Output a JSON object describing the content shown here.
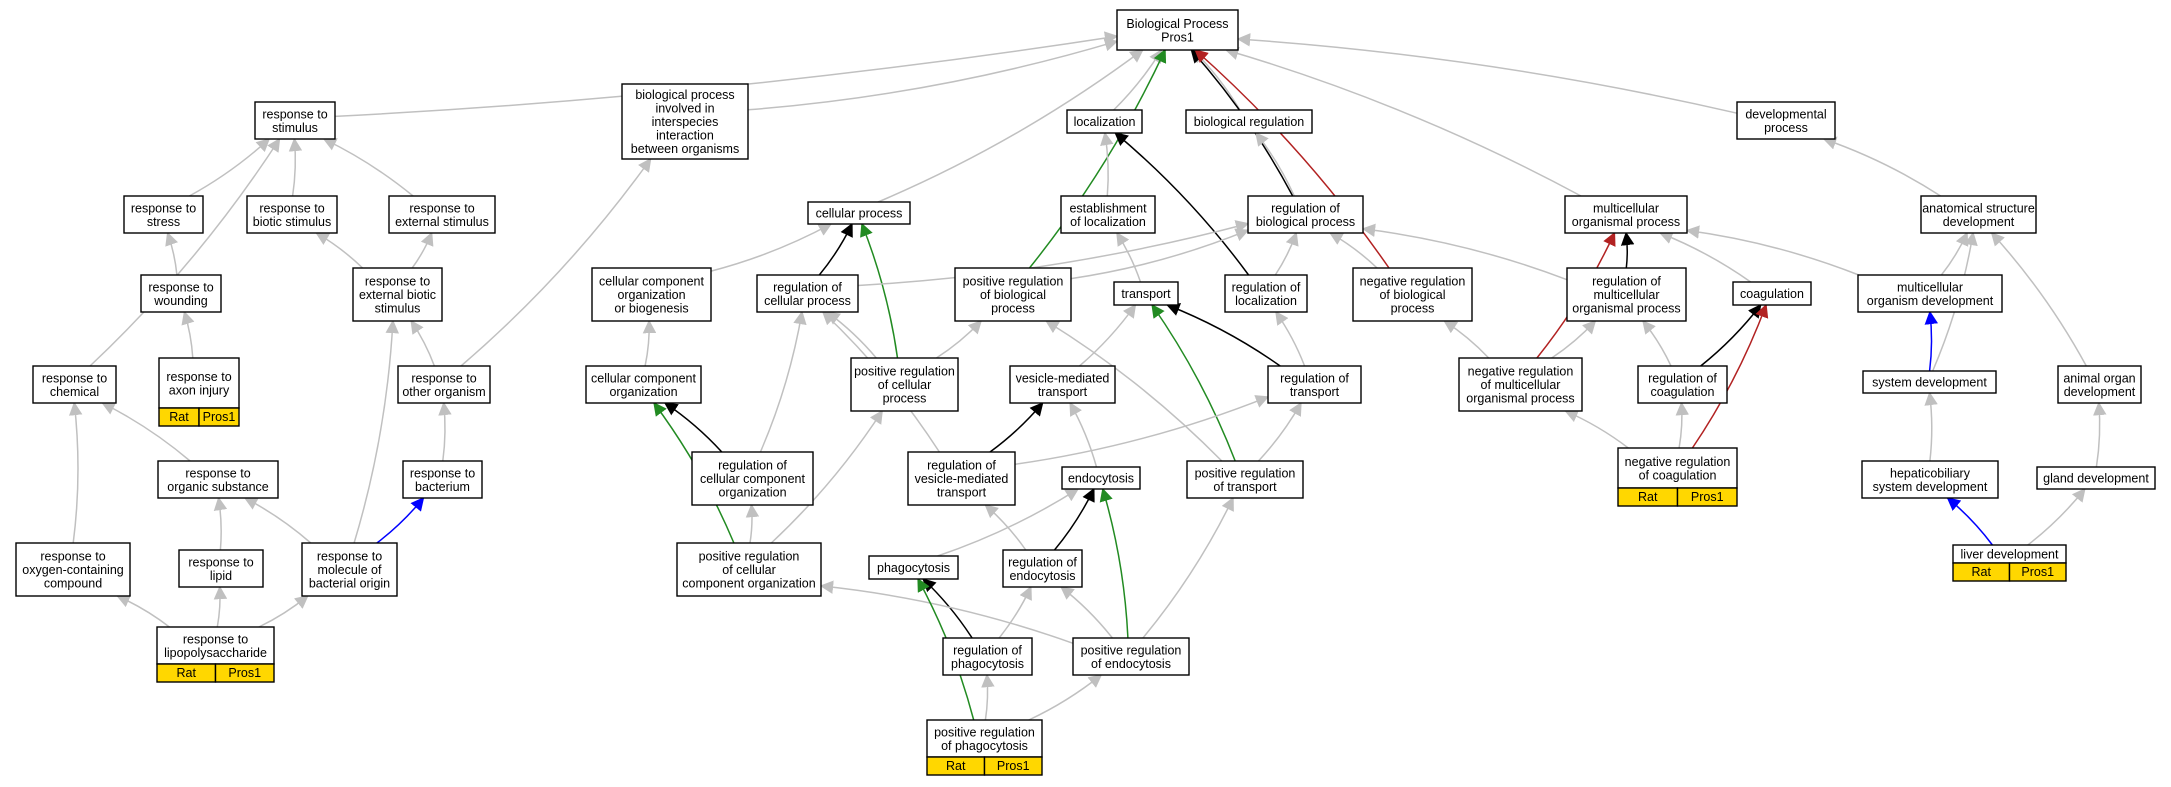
{
  "diagram": {
    "title_lines": [
      "Biological Process",
      "Pros1"
    ],
    "colors": {
      "is_a": "#c0c0c0",
      "part_of": "#000000",
      "positively_regulates": "#228b22",
      "negatively_regulates": "#b22222",
      "regulates": "#0000ff",
      "annotation_tag": "#ffd700"
    },
    "nodes": [
      {
        "id": "bp",
        "lines": [
          "Biological Process",
          "Pros1"
        ]
      },
      {
        "id": "resp_stimulus",
        "lines": [
          "response to",
          "stimulus"
        ]
      },
      {
        "id": "bp_interspecies",
        "lines": [
          "biological process",
          "involved in",
          "interspecies",
          "interaction",
          "between organisms"
        ]
      },
      {
        "id": "localization",
        "lines": [
          "localization"
        ]
      },
      {
        "id": "biol_regulation",
        "lines": [
          "biological regulation"
        ]
      },
      {
        "id": "dev_process",
        "lines": [
          "developmental",
          "process"
        ]
      },
      {
        "id": "resp_stress",
        "lines": [
          "response to",
          "stress"
        ]
      },
      {
        "id": "resp_biotic",
        "lines": [
          "response to",
          "biotic stimulus"
        ]
      },
      {
        "id": "resp_external",
        "lines": [
          "response to",
          "external stimulus"
        ]
      },
      {
        "id": "cellular_process",
        "lines": [
          "cellular process"
        ]
      },
      {
        "id": "establish_loc",
        "lines": [
          "establishment",
          "of localization"
        ]
      },
      {
        "id": "reg_bio_process",
        "lines": [
          "regulation of",
          "biological process"
        ]
      },
      {
        "id": "multicell_process",
        "lines": [
          "multicellular",
          "organismal process"
        ]
      },
      {
        "id": "anat_dev",
        "lines": [
          "anatomical structure",
          "development"
        ]
      },
      {
        "id": "resp_wounding",
        "lines": [
          "response to",
          "wounding"
        ]
      },
      {
        "id": "resp_ext_biotic",
        "lines": [
          "response to",
          "external biotic",
          "stimulus"
        ]
      },
      {
        "id": "cc_org_biogen",
        "lines": [
          "cellular component",
          "organization",
          "or biogenesis"
        ]
      },
      {
        "id": "reg_cell_process",
        "lines": [
          "regulation of",
          "cellular process"
        ]
      },
      {
        "id": "pos_reg_bio",
        "lines": [
          "positive regulation",
          "of biological",
          "process"
        ]
      },
      {
        "id": "transport",
        "lines": [
          "transport"
        ]
      },
      {
        "id": "reg_localization",
        "lines": [
          "regulation of",
          "localization"
        ]
      },
      {
        "id": "neg_reg_bio",
        "lines": [
          "negative regulation",
          "of biological",
          "process"
        ]
      },
      {
        "id": "reg_multicell",
        "lines": [
          "regulation of",
          "multicellular",
          "organismal process"
        ]
      },
      {
        "id": "coagulation",
        "lines": [
          "coagulation"
        ]
      },
      {
        "id": "multicell_dev",
        "lines": [
          "multicellular",
          "organism development"
        ]
      },
      {
        "id": "resp_chemical",
        "lines": [
          "response to",
          "chemical"
        ]
      },
      {
        "id": "resp_axon",
        "lines": [
          "response to",
          "axon injury"
        ],
        "tags": [
          "Rat",
          "Pros1"
        ]
      },
      {
        "id": "resp_other_org",
        "lines": [
          "response to",
          "other organism"
        ]
      },
      {
        "id": "cc_org",
        "lines": [
          "cellular component",
          "organization"
        ]
      },
      {
        "id": "pos_reg_cell",
        "lines": [
          "positive regulation",
          "of cellular",
          "process"
        ]
      },
      {
        "id": "vesicle_transport",
        "lines": [
          "vesicle-mediated",
          "transport"
        ]
      },
      {
        "id": "reg_transport",
        "lines": [
          "regulation of",
          "transport"
        ]
      },
      {
        "id": "neg_reg_multicell",
        "lines": [
          "negative regulation",
          "of multicellular",
          "organismal process"
        ]
      },
      {
        "id": "reg_coag",
        "lines": [
          "regulation of",
          "coagulation"
        ]
      },
      {
        "id": "system_dev",
        "lines": [
          "system development"
        ]
      },
      {
        "id": "animal_organ_dev",
        "lines": [
          "animal organ",
          "development"
        ]
      },
      {
        "id": "resp_organic",
        "lines": [
          "response to",
          "organic substance"
        ]
      },
      {
        "id": "resp_bacterium",
        "lines": [
          "response to",
          "bacterium"
        ]
      },
      {
        "id": "reg_cc_org",
        "lines": [
          "regulation of",
          "cellular component",
          "organization"
        ]
      },
      {
        "id": "reg_vesicle",
        "lines": [
          "regulation of",
          "vesicle-mediated",
          "transport"
        ]
      },
      {
        "id": "endocytosis",
        "lines": [
          "endocytosis"
        ]
      },
      {
        "id": "pos_reg_transport",
        "lines": [
          "positive regulation",
          "of transport"
        ]
      },
      {
        "id": "neg_reg_coag",
        "lines": [
          "negative regulation",
          "of coagulation"
        ],
        "tags": [
          "Rat",
          "Pros1"
        ]
      },
      {
        "id": "hepato_dev",
        "lines": [
          "hepaticobiliary",
          "system development"
        ]
      },
      {
        "id": "gland_dev",
        "lines": [
          "gland development"
        ]
      },
      {
        "id": "resp_oxygen",
        "lines": [
          "response to",
          "oxygen-containing",
          "compound"
        ]
      },
      {
        "id": "resp_lipid",
        "lines": [
          "response to",
          "lipid"
        ]
      },
      {
        "id": "resp_mol_bact",
        "lines": [
          "response to",
          "molecule of",
          "bacterial origin"
        ]
      },
      {
        "id": "pos_reg_cc_org",
        "lines": [
          "positive regulation",
          "of cellular",
          "component organization"
        ]
      },
      {
        "id": "phagocytosis",
        "lines": [
          "phagocytosis"
        ]
      },
      {
        "id": "reg_endocytosis",
        "lines": [
          "regulation of",
          "endocytosis"
        ]
      },
      {
        "id": "liver_dev",
        "lines": [
          "liver development"
        ],
        "tags": [
          "Rat",
          "Pros1"
        ]
      },
      {
        "id": "resp_lps",
        "lines": [
          "response to",
          "lipopolysaccharide"
        ],
        "tags": [
          "Rat",
          "Pros1"
        ]
      },
      {
        "id": "reg_phago",
        "lines": [
          "regulation of",
          "phagocytosis"
        ]
      },
      {
        "id": "pos_reg_endo",
        "lines": [
          "positive regulation",
          "of endocytosis"
        ]
      },
      {
        "id": "pos_reg_phago",
        "lines": [
          "positive regulation",
          "of phagocytosis"
        ],
        "tags": [
          "Rat",
          "Pros1"
        ]
      }
    ],
    "edges": [
      {
        "from": "resp_stimulus",
        "to": "bp",
        "rel": "is_a"
      },
      {
        "from": "bp_interspecies",
        "to": "bp",
        "rel": "is_a"
      },
      {
        "from": "localization",
        "to": "bp",
        "rel": "is_a"
      },
      {
        "from": "biol_regulation",
        "to": "bp",
        "rel": "is_a"
      },
      {
        "from": "dev_process",
        "to": "bp",
        "rel": "is_a"
      },
      {
        "from": "cellular_process",
        "to": "bp",
        "rel": "is_a"
      },
      {
        "from": "multicell_process",
        "to": "bp",
        "rel": "is_a"
      },
      {
        "from": "pos_reg_bio",
        "to": "bp",
        "rel": "positively_regulates"
      },
      {
        "from": "reg_bio_process",
        "to": "bp",
        "rel": "part_of"
      },
      {
        "from": "neg_reg_bio",
        "to": "bp",
        "rel": "negatively_regulates"
      },
      {
        "from": "resp_stress",
        "to": "resp_stimulus",
        "rel": "is_a"
      },
      {
        "from": "resp_biotic",
        "to": "resp_stimulus",
        "rel": "is_a"
      },
      {
        "from": "resp_external",
        "to": "resp_stimulus",
        "rel": "is_a"
      },
      {
        "from": "resp_chemical",
        "to": "resp_stimulus",
        "rel": "is_a"
      },
      {
        "from": "establish_loc",
        "to": "localization",
        "rel": "is_a"
      },
      {
        "from": "reg_localization",
        "to": "localization",
        "rel": "part_of"
      },
      {
        "from": "reg_bio_process",
        "to": "biol_regulation",
        "rel": "is_a"
      },
      {
        "from": "anat_dev",
        "to": "dev_process",
        "rel": "is_a"
      },
      {
        "from": "resp_wounding",
        "to": "resp_stress",
        "rel": "is_a"
      },
      {
        "from": "resp_ext_biotic",
        "to": "resp_biotic",
        "rel": "is_a"
      },
      {
        "from": "resp_ext_biotic",
        "to": "resp_external",
        "rel": "is_a"
      },
      {
        "from": "resp_other_org",
        "to": "bp_interspecies",
        "rel": "is_a"
      },
      {
        "from": "cc_org_biogen",
        "to": "cellular_process",
        "rel": "is_a"
      },
      {
        "from": "reg_cell_process",
        "to": "cellular_process",
        "rel": "part_of"
      },
      {
        "from": "pos_reg_cell",
        "to": "cellular_process",
        "rel": "positively_regulates"
      },
      {
        "from": "transport",
        "to": "establish_loc",
        "rel": "is_a"
      },
      {
        "from": "reg_cell_process",
        "to": "reg_bio_process",
        "rel": "is_a"
      },
      {
        "from": "pos_reg_bio",
        "to": "reg_bio_process",
        "rel": "is_a"
      },
      {
        "from": "reg_localization",
        "to": "reg_bio_process",
        "rel": "is_a"
      },
      {
        "from": "neg_reg_bio",
        "to": "reg_bio_process",
        "rel": "is_a"
      },
      {
        "from": "reg_multicell",
        "to": "reg_bio_process",
        "rel": "is_a"
      },
      {
        "from": "reg_multicell",
        "to": "multicell_process",
        "rel": "part_of"
      },
      {
        "from": "neg_reg_multicell",
        "to": "multicell_process",
        "rel": "negatively_regulates"
      },
      {
        "from": "coagulation",
        "to": "multicell_process",
        "rel": "is_a"
      },
      {
        "from": "multicell_dev",
        "to": "multicell_process",
        "rel": "is_a"
      },
      {
        "from": "multicell_dev",
        "to": "anat_dev",
        "rel": "is_a"
      },
      {
        "from": "system_dev",
        "to": "anat_dev",
        "rel": "is_a"
      },
      {
        "from": "animal_organ_dev",
        "to": "anat_dev",
        "rel": "is_a"
      },
      {
        "from": "resp_axon",
        "to": "resp_wounding",
        "rel": "is_a"
      },
      {
        "from": "resp_mol_bact",
        "to": "resp_ext_biotic",
        "rel": "is_a"
      },
      {
        "from": "resp_other_org",
        "to": "resp_ext_biotic",
        "rel": "is_a"
      },
      {
        "from": "cc_org",
        "to": "cc_org_biogen",
        "rel": "is_a"
      },
      {
        "from": "reg_cc_org",
        "to": "reg_cell_process",
        "rel": "is_a"
      },
      {
        "from": "pos_reg_cell",
        "to": "reg_cell_process",
        "rel": "is_a"
      },
      {
        "from": "reg_vesicle",
        "to": "reg_cell_process",
        "rel": "is_a"
      },
      {
        "from": "pos_reg_cell",
        "to": "pos_reg_bio",
        "rel": "is_a"
      },
      {
        "from": "pos_reg_transport",
        "to": "pos_reg_bio",
        "rel": "is_a"
      },
      {
        "from": "vesicle_transport",
        "to": "transport",
        "rel": "is_a"
      },
      {
        "from": "reg_transport",
        "to": "transport",
        "rel": "part_of"
      },
      {
        "from": "pos_reg_transport",
        "to": "transport",
        "rel": "positively_regulates"
      },
      {
        "from": "reg_transport",
        "to": "reg_localization",
        "rel": "is_a"
      },
      {
        "from": "neg_reg_multicell",
        "to": "neg_reg_bio",
        "rel": "is_a"
      },
      {
        "from": "neg_reg_multicell",
        "to": "reg_multicell",
        "rel": "is_a"
      },
      {
        "from": "reg_coag",
        "to": "reg_multicell",
        "rel": "is_a"
      },
      {
        "from": "reg_coag",
        "to": "coagulation",
        "rel": "part_of"
      },
      {
        "from": "neg_reg_coag",
        "to": "coagulation",
        "rel": "negatively_regulates"
      },
      {
        "from": "system_dev",
        "to": "multicell_dev",
        "rel": "regulates_blue"
      },
      {
        "from": "resp_organic",
        "to": "resp_chemical",
        "rel": "is_a"
      },
      {
        "from": "resp_oxygen",
        "to": "resp_chemical",
        "rel": "is_a"
      },
      {
        "from": "resp_bacterium",
        "to": "resp_other_org",
        "rel": "is_a"
      },
      {
        "from": "reg_cc_org",
        "to": "cc_org",
        "rel": "part_of"
      },
      {
        "from": "pos_reg_cc_org",
        "to": "cc_org",
        "rel": "positively_regulates"
      },
      {
        "from": "reg_vesicle",
        "to": "vesicle_transport",
        "rel": "part_of"
      },
      {
        "from": "endocytosis",
        "to": "vesicle_transport",
        "rel": "is_a"
      },
      {
        "from": "reg_vesicle",
        "to": "reg_transport",
        "rel": "is_a"
      },
      {
        "from": "pos_reg_transport",
        "to": "reg_transport",
        "rel": "is_a"
      },
      {
        "from": "neg_reg_coag",
        "to": "neg_reg_multicell",
        "rel": "is_a"
      },
      {
        "from": "neg_reg_coag",
        "to": "reg_coag",
        "rel": "is_a"
      },
      {
        "from": "hepato_dev",
        "to": "system_dev",
        "rel": "is_a"
      },
      {
        "from": "gland_dev",
        "to": "animal_organ_dev",
        "rel": "is_a"
      },
      {
        "from": "resp_lipid",
        "to": "resp_organic",
        "rel": "is_a"
      },
      {
        "from": "resp_mol_bact",
        "to": "resp_organic",
        "rel": "is_a"
      },
      {
        "from": "resp_mol_bact",
        "to": "resp_bacterium",
        "rel": "regulates_blue"
      },
      {
        "from": "pos_reg_cc_org",
        "to": "reg_cc_org",
        "rel": "is_a"
      },
      {
        "from": "pos_reg_cc_org",
        "to": "pos_reg_cell",
        "rel": "is_a"
      },
      {
        "from": "reg_endocytosis",
        "to": "reg_vesicle",
        "rel": "is_a"
      },
      {
        "from": "reg_endocytosis",
        "to": "endocytosis",
        "rel": "part_of"
      },
      {
        "from": "pos_reg_endo",
        "to": "endocytosis",
        "rel": "positively_regulates"
      },
      {
        "from": "pos_reg_endo",
        "to": "pos_reg_transport",
        "rel": "is_a"
      },
      {
        "from": "phagocytosis",
        "to": "endocytosis",
        "rel": "is_a"
      },
      {
        "from": "liver_dev",
        "to": "hepato_dev",
        "rel": "regulates_blue"
      },
      {
        "from": "liver_dev",
        "to": "gland_dev",
        "rel": "is_a"
      },
      {
        "from": "resp_lps",
        "to": "resp_oxygen",
        "rel": "is_a"
      },
      {
        "from": "resp_lps",
        "to": "resp_lipid",
        "rel": "is_a"
      },
      {
        "from": "resp_lps",
        "to": "resp_mol_bact",
        "rel": "is_a"
      },
      {
        "from": "reg_phago",
        "to": "phagocytosis",
        "rel": "part_of"
      },
      {
        "from": "reg_phago",
        "to": "reg_endocytosis",
        "rel": "is_a"
      },
      {
        "from": "pos_reg_endo",
        "to": "reg_endocytosis",
        "rel": "is_a"
      },
      {
        "from": "pos_reg_endo",
        "to": "pos_reg_cc_org",
        "rel": "is_a"
      },
      {
        "from": "pos_reg_phago",
        "to": "phagocytosis",
        "rel": "positively_regulates"
      },
      {
        "from": "pos_reg_phago",
        "to": "reg_phago",
        "rel": "is_a"
      },
      {
        "from": "pos_reg_phago",
        "to": "pos_reg_endo",
        "rel": "is_a"
      }
    ]
  }
}
